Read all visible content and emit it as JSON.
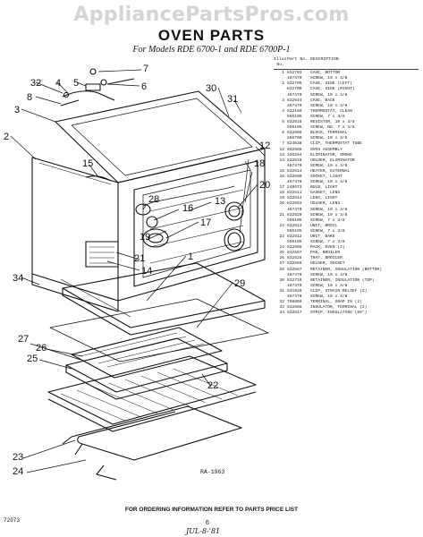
{
  "watermark": "AppliancePartsPros.com",
  "title": "OVEN PARTS",
  "subtitle": "For Models RDE 6700-1 and RDE 6700P-1",
  "callouts": {
    "c1": "1",
    "c2": "2",
    "c3": "3",
    "c4": "4",
    "c5": "5",
    "c6": "6",
    "c7": "7",
    "c8": "8",
    "c12": "12",
    "c13": "13",
    "c15": "15",
    "c16": "16",
    "c17": "17",
    "c18": "18",
    "c19": "19",
    "c20": "20",
    "c21": "21",
    "c22": "22",
    "c23": "23",
    "c24": "24",
    "c25": "25",
    "c26": "26",
    "c27": "27",
    "c28": "28",
    "c29": "29",
    "c30": "30",
    "c31": "31",
    "c32": "32",
    "c34": "34"
  },
  "parts_table": {
    "headers": {
      "illus": "Illus. No.",
      "part": "Part No.",
      "desc": "DESCRIPTION"
    },
    "rows": [
      {
        "no": "1",
        "part": "832703",
        "desc": "CASE, BOTTOM"
      },
      {
        "no": "",
        "part": "487470",
        "desc": "SCREW, 10 x 3/8"
      },
      {
        "no": "2",
        "part": "832705",
        "desc": "CASE, SIDE (LEFT)"
      },
      {
        "no": "",
        "part": "832706",
        "desc": "CASE, SIDE (RIGHT)"
      },
      {
        "no": "",
        "part": "487470",
        "desc": "SCREW, 10 x 3/8"
      },
      {
        "no": "3",
        "part": "832644",
        "desc": "CASE, BACK"
      },
      {
        "no": "",
        "part": "487470",
        "desc": "SCREW, 10 x 3/8"
      },
      {
        "no": "4",
        "part": "832150",
        "desc": "THERMOSTAT, CLEAN"
      },
      {
        "no": "",
        "part": "595105",
        "desc": "SCREW, 7 x 3/8"
      },
      {
        "no": "5",
        "part": "832516",
        "desc": "RESISTOR, 10 x 3/8"
      },
      {
        "no": "",
        "part": "595105",
        "desc": "SCREW, NO. 7 x 3/8"
      },
      {
        "no": "6",
        "part": "832866",
        "desc": "BLOCK, TERMINAL"
      },
      {
        "no": "",
        "part": "286700",
        "desc": "SCREW, 10 x 3/8"
      },
      {
        "no": "7",
        "part": "824638",
        "desc": "CLIP, THERMOSTAT TUBE"
      },
      {
        "no": "12",
        "part": "832566",
        "desc": "OVEN ASSEMBLY"
      },
      {
        "no": "13",
        "part": "336294",
        "desc": "ELIMINATOR, SMOKE"
      },
      {
        "no": "14",
        "part": "832510",
        "desc": "HOLDER, ELIMINATOR"
      },
      {
        "no": "",
        "part": "487470",
        "desc": "SCREW, 10 x 3/8"
      },
      {
        "no": "15",
        "part": "832514",
        "desc": "HEATER, EXTERNAL"
      },
      {
        "no": "16",
        "part": "832500",
        "desc": "SOCKET, LIGHT"
      },
      {
        "no": "",
        "part": "487470",
        "desc": "SCREW, 10 x 3/8"
      },
      {
        "no": "17",
        "part": "240673",
        "desc": "BULB, LIGHT"
      },
      {
        "no": "18",
        "part": "832511",
        "desc": "GASKET, LENS"
      },
      {
        "no": "19",
        "part": "832514",
        "desc": "LENS, LIGHT"
      },
      {
        "no": "20",
        "part": "832553",
        "desc": "HOLDER, LENS"
      },
      {
        "no": "",
        "part": "487470",
        "desc": "SCREW, 10 x 3/8"
      },
      {
        "no": "21",
        "part": "832520",
        "desc": "SCREW, 10 x 3/8"
      },
      {
        "no": "",
        "part": "595105",
        "desc": "SCREW, 7 x 3/8"
      },
      {
        "no": "22",
        "part": "832513",
        "desc": "UNIT, BROIL"
      },
      {
        "no": "",
        "part": "595105",
        "desc": "SCREW, 7 x 3/8"
      },
      {
        "no": "23",
        "part": "832512",
        "desc": "UNIT, BAKE"
      },
      {
        "no": "",
        "part": "595105",
        "desc": "SCREW, 7 x 3/8"
      },
      {
        "no": "24",
        "part": "832565",
        "desc": "RACK, OVEN (2)"
      },
      {
        "no": "25",
        "part": "832597",
        "desc": "PAN, BROILER"
      },
      {
        "no": "26",
        "part": "832528",
        "desc": "TRAY, BROILER"
      },
      {
        "no": "27",
        "part": "832556",
        "desc": "HOLDER, SOCKET"
      },
      {
        "no": "28",
        "part": "832587",
        "desc": "RETAINER, INSULATION (BOTTOM)"
      },
      {
        "no": "",
        "part": "487470",
        "desc": "SCREW, 10 x 3/8"
      },
      {
        "no": "30",
        "part": "832716",
        "desc": "RETAINER, INSULATION (TOP)"
      },
      {
        "no": "",
        "part": "487470",
        "desc": "SCREW, 10 x 3/8"
      },
      {
        "no": "31",
        "part": "831929",
        "desc": "CLIP, STRAIN RELIEF (2)"
      },
      {
        "no": "",
        "part": "487470",
        "desc": "SCREW, 10 x 3/8"
      },
      {
        "no": "32",
        "part": "708860",
        "desc": "TERMINAL, SNAP IN (2)"
      },
      {
        "no": "33",
        "part": "832666",
        "desc": "INSULATOR, TERMINAL (2)"
      },
      {
        "no": "34",
        "part": "832517",
        "desc": "STRIP, INSULATING (56\")"
      }
    ]
  },
  "figure_code": "RA-1963",
  "footer_note": "FOR ORDERING INFORMATION REFER TO PARTS PRICE LIST",
  "print_code": "72073",
  "page_number": "6",
  "handwritten": "JUL-8-'81"
}
